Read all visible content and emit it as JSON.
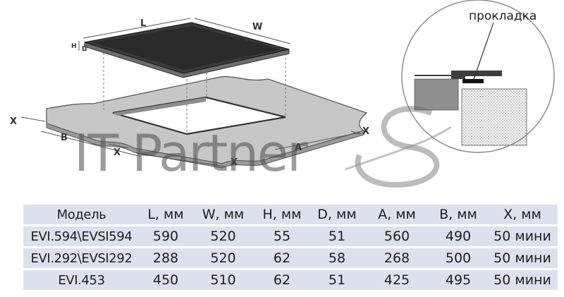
{
  "diagram": {
    "dimension_labels": {
      "L": "L",
      "W": "W",
      "H": "H",
      "D": "D",
      "A": "A",
      "B": "B",
      "X": "X"
    },
    "callout": "прокладка",
    "watermark": "IT Partner"
  },
  "table": {
    "headers": [
      "Модель",
      "L, мм",
      "W, мм",
      "H, мм",
      "D, мм",
      "A, мм",
      "B, мм",
      "X, мм"
    ],
    "rows": [
      [
        "EVI.594\\EVSI594",
        "590",
        "520",
        "55",
        "51",
        "560",
        "490",
        "50 мини"
      ],
      [
        "EVI.292\\EVSI292",
        "288",
        "520",
        "62",
        "58",
        "268",
        "500",
        "50 мини"
      ],
      [
        "EVI.453",
        "450",
        "510",
        "62",
        "51",
        "425",
        "495",
        "50 мини"
      ]
    ]
  }
}
